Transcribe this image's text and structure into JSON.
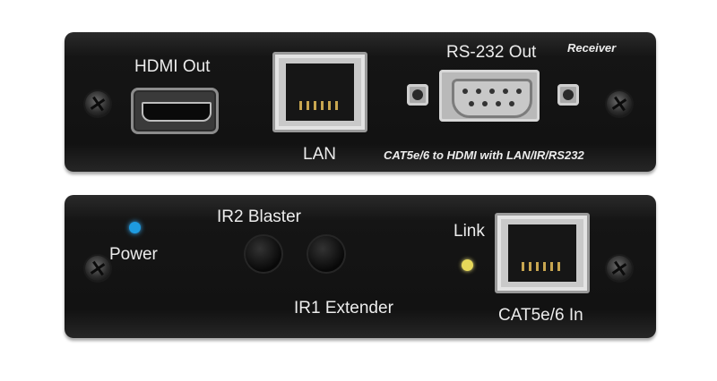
{
  "receiver_panel": {
    "title": "Receiver",
    "hdmi_label": "HDMI Out",
    "lan_label": "LAN",
    "rs232_label": "RS-232 Out",
    "product_line": "CAT5e/6 to HDMI with LAN/IR/RS232"
  },
  "input_panel": {
    "power_label": "Power",
    "ir2_label": "IR2 Blaster",
    "ir1_label": "IR1 Extender",
    "link_label": "Link",
    "cat_label": "CAT5e/6 In"
  },
  "colors": {
    "power_led": "#1e9be0",
    "link_led": "#e6d85a"
  }
}
